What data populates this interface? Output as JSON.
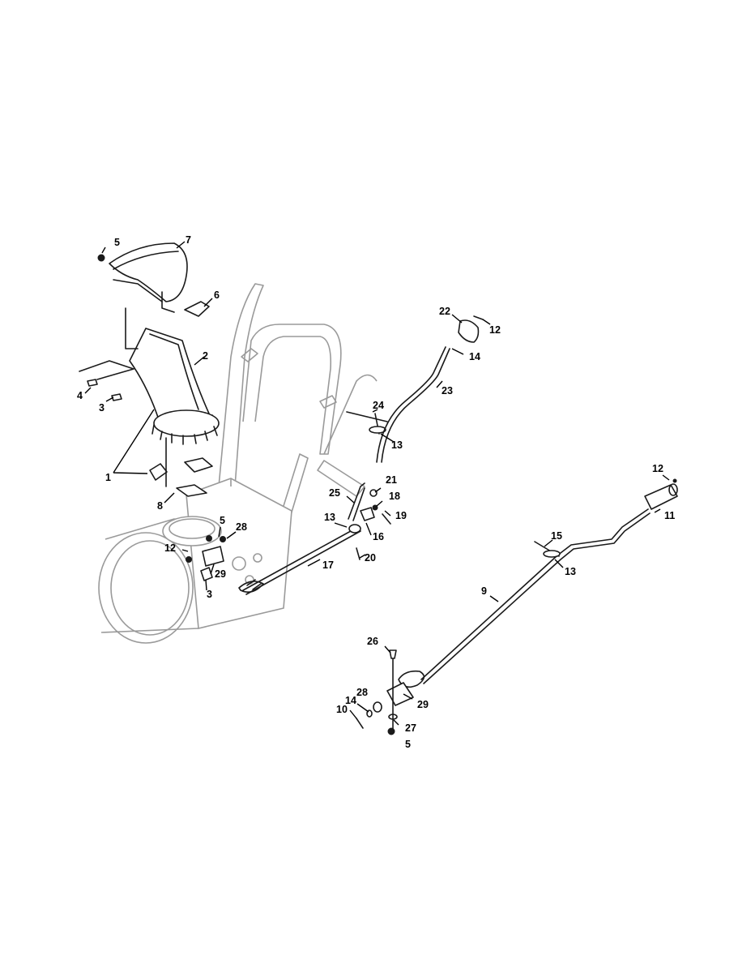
{
  "diagram": {
    "callouts": [
      {
        "id": "c1",
        "label": "1"
      },
      {
        "id": "c2",
        "label": "2"
      },
      {
        "id": "c3a",
        "label": "3"
      },
      {
        "id": "c3b",
        "label": "3"
      },
      {
        "id": "c4",
        "label": "4"
      },
      {
        "id": "c5a",
        "label": "5"
      },
      {
        "id": "c5b",
        "label": "5"
      },
      {
        "id": "c5c",
        "label": "5"
      },
      {
        "id": "c6",
        "label": "6"
      },
      {
        "id": "c7",
        "label": "7"
      },
      {
        "id": "c8",
        "label": "8"
      },
      {
        "id": "c9",
        "label": "9"
      },
      {
        "id": "c10",
        "label": "10"
      },
      {
        "id": "c11",
        "label": "11"
      },
      {
        "id": "c12a",
        "label": "12"
      },
      {
        "id": "c12b",
        "label": "12"
      },
      {
        "id": "c12c",
        "label": "12"
      },
      {
        "id": "c13a",
        "label": "13"
      },
      {
        "id": "c13b",
        "label": "13"
      },
      {
        "id": "c13c",
        "label": "13"
      },
      {
        "id": "c14a",
        "label": "14"
      },
      {
        "id": "c14b",
        "label": "14"
      },
      {
        "id": "c15",
        "label": "15"
      },
      {
        "id": "c16",
        "label": "16"
      },
      {
        "id": "c17",
        "label": "17"
      },
      {
        "id": "c18",
        "label": "18"
      },
      {
        "id": "c19",
        "label": "19"
      },
      {
        "id": "c20",
        "label": "20"
      },
      {
        "id": "c21",
        "label": "21"
      },
      {
        "id": "c22",
        "label": "22"
      },
      {
        "id": "c23",
        "label": "23"
      },
      {
        "id": "c24",
        "label": "24"
      },
      {
        "id": "c25",
        "label": "25"
      },
      {
        "id": "c26",
        "label": "26"
      },
      {
        "id": "c27",
        "label": "27"
      },
      {
        "id": "c28a",
        "label": "28"
      },
      {
        "id": "c28b",
        "label": "28"
      },
      {
        "id": "c29a",
        "label": "29"
      },
      {
        "id": "c29b",
        "label": "29"
      }
    ]
  }
}
